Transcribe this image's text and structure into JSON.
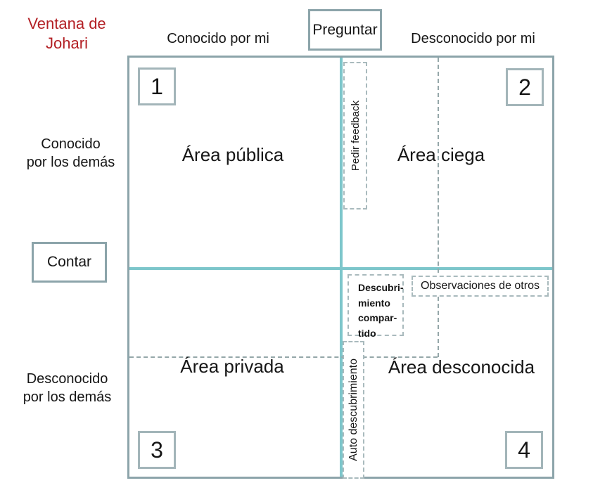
{
  "title": {
    "text": "Ventana de\nJohari"
  },
  "headers": {
    "known_by_me": "Conocido por mi",
    "unknown_by_me": "Desconocido por mi"
  },
  "row_labels": {
    "known_by_others": "Conocido\npor los demás",
    "unknown_by_others": "Desconocido\npor los demás"
  },
  "buttons": {
    "preguntar": "Preguntar",
    "contar": "Contar"
  },
  "quadrants": [
    {
      "number": "1",
      "label": "Área pública"
    },
    {
      "number": "2",
      "label": "Área ciega"
    },
    {
      "number": "3",
      "label": "Área privada"
    },
    {
      "number": "4",
      "label": "Área desconocida"
    }
  ],
  "overlays": {
    "pedir_feedback": "Pedir feedback",
    "descubrimiento_compartido": "Descubri-\nmiento\ncompar-\ntido",
    "observaciones_de_otros": "Observaciones de otros",
    "auto_descubrimiento": "Auto descubrimiento"
  },
  "colors": {
    "ink": "#161616",
    "accent-red": "#b32025",
    "border": "#8ca4aa",
    "numborder": "#a3b5b9",
    "teal": "#7dc6cb",
    "dash": "#95a7a9",
    "boxdash": "#a9babd"
  }
}
